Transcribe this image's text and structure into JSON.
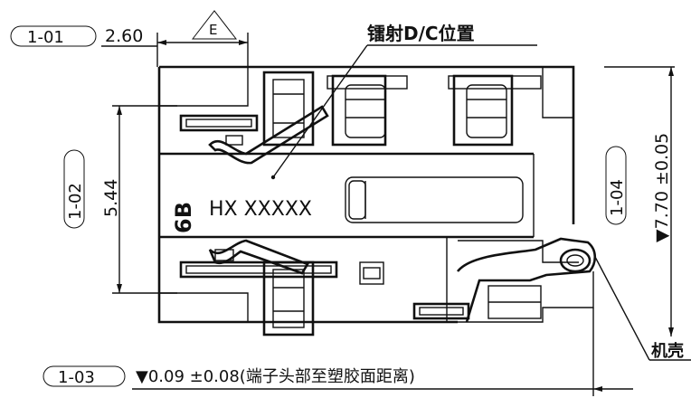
{
  "header_label": "镭射D/C位置",
  "datum_tag": "E",
  "marking": {
    "logo": "6B",
    "text": "HX XXXXX"
  },
  "dimensions": [
    {
      "tag": "1-01",
      "value": "2.60"
    },
    {
      "tag": "1-02",
      "value": "5.44"
    },
    {
      "tag": "1-03",
      "value": "▼0.09 ±0.08(端子头部至塑胶面距离)"
    },
    {
      "tag": "1-04",
      "value": "▼7.70 ±0.05"
    }
  ],
  "shell_label": "机壳"
}
